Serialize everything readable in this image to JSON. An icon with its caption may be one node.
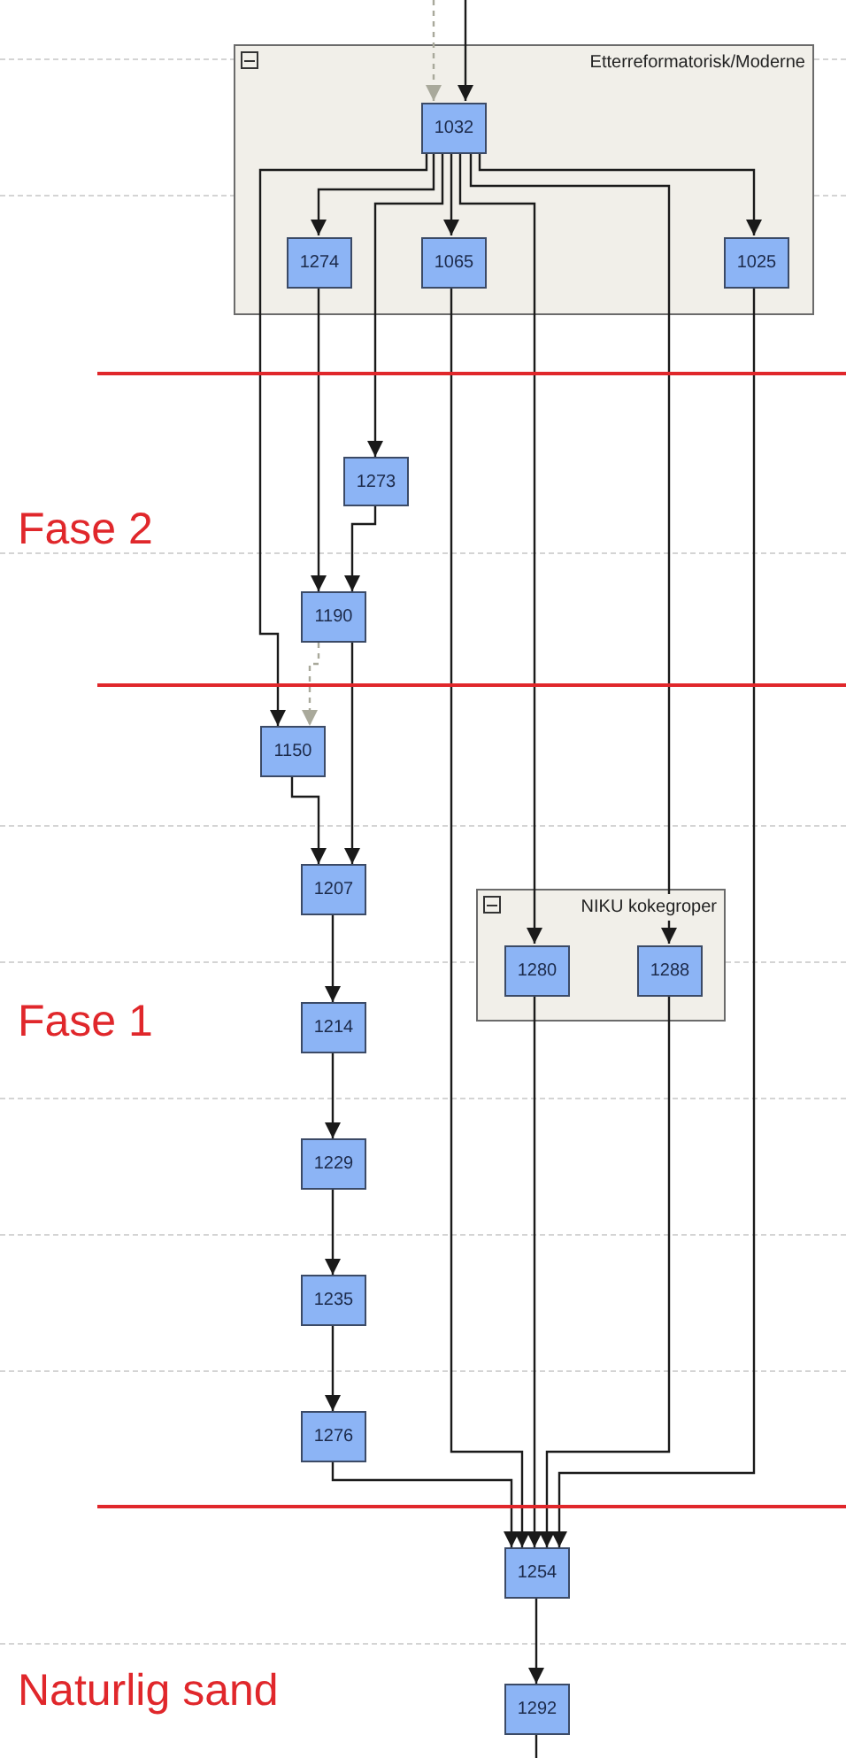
{
  "diagram": {
    "nodes": [
      {
        "text": [
          "Etterreformatorisk/Moderne"
        ]
      },
      {
        "text": [
          "1032"
        ],
        "in": 0
      },
      {
        "text": [
          "1274"
        ],
        "in": 0
      },
      {
        "text": [
          "1065"
        ],
        "in": 0
      },
      {
        "text": [
          "1025"
        ],
        "in": 0
      },
      {
        "text": [
          "1273"
        ]
      },
      {
        "text": [
          "1190"
        ]
      },
      {
        "text": [
          "1150"
        ]
      },
      {
        "text": [
          "1207"
        ]
      },
      {
        "text": [
          "NIKU kokegroper"
        ]
      },
      {
        "text": [
          "1280"
        ],
        "in": 9
      },
      {
        "text": [
          "1288"
        ],
        "in": 9
      },
      {
        "text": [
          "1214"
        ]
      },
      {
        "text": [
          "1229"
        ]
      },
      {
        "text": [
          "1235"
        ]
      },
      {
        "text": [
          "1276"
        ]
      },
      {
        "text": [
          "1254"
        ]
      },
      {
        "text": [
          "1292"
        ]
      }
    ],
    "edges": [
      {
        "from": null,
        "to": 1,
        "arrow": "to",
        "style": "dashed",
        "color": "#a9a99b"
      },
      {
        "from": null,
        "to": 1,
        "arrow": "to"
      },
      {
        "from": 1,
        "to": 7,
        "arrow": "to"
      },
      {
        "from": 1,
        "to": 2,
        "arrow": "to"
      },
      {
        "from": 1,
        "to": 5,
        "arrow": "to"
      },
      {
        "from": 1,
        "to": 3,
        "arrow": "to"
      },
      {
        "from": 1,
        "to": 10,
        "arrow": "to"
      },
      {
        "from": 1,
        "to": 11,
        "arrow": "to"
      },
      {
        "from": 1,
        "to": 4,
        "arrow": "to"
      },
      {
        "from": 2,
        "to": 6,
        "arrow": "to"
      },
      {
        "from": 5,
        "to": 6,
        "arrow": "to"
      },
      {
        "from": 6,
        "to": 7,
        "arrow": "to",
        "style": "dashed",
        "color": "#a9a99b"
      },
      {
        "from": 6,
        "to": 8,
        "arrow": "to"
      },
      {
        "from": 7,
        "to": 8,
        "arrow": "to"
      },
      {
        "from": 8,
        "to": 12,
        "arrow": "to"
      },
      {
        "from": 12,
        "to": 13,
        "arrow": "to"
      },
      {
        "from": 13,
        "to": 14,
        "arrow": "to"
      },
      {
        "from": 14,
        "to": 15,
        "arrow": "to"
      },
      {
        "from": 15,
        "to": 16,
        "arrow": "to"
      },
      {
        "from": 3,
        "to": 16,
        "arrow": "to"
      },
      {
        "from": 10,
        "to": 16,
        "arrow": "to"
      },
      {
        "from": 11,
        "to": 16,
        "arrow": "to"
      },
      {
        "from": 4,
        "to": 16,
        "arrow": "to"
      },
      {
        "from": 16,
        "to": 17,
        "arrow": "to"
      },
      {
        "from": 17,
        "to": null,
        "arrow": "none"
      }
    ],
    "labels": [
      "Fase 2",
      "Fase 1",
      "Naturlig sand"
    ]
  }
}
